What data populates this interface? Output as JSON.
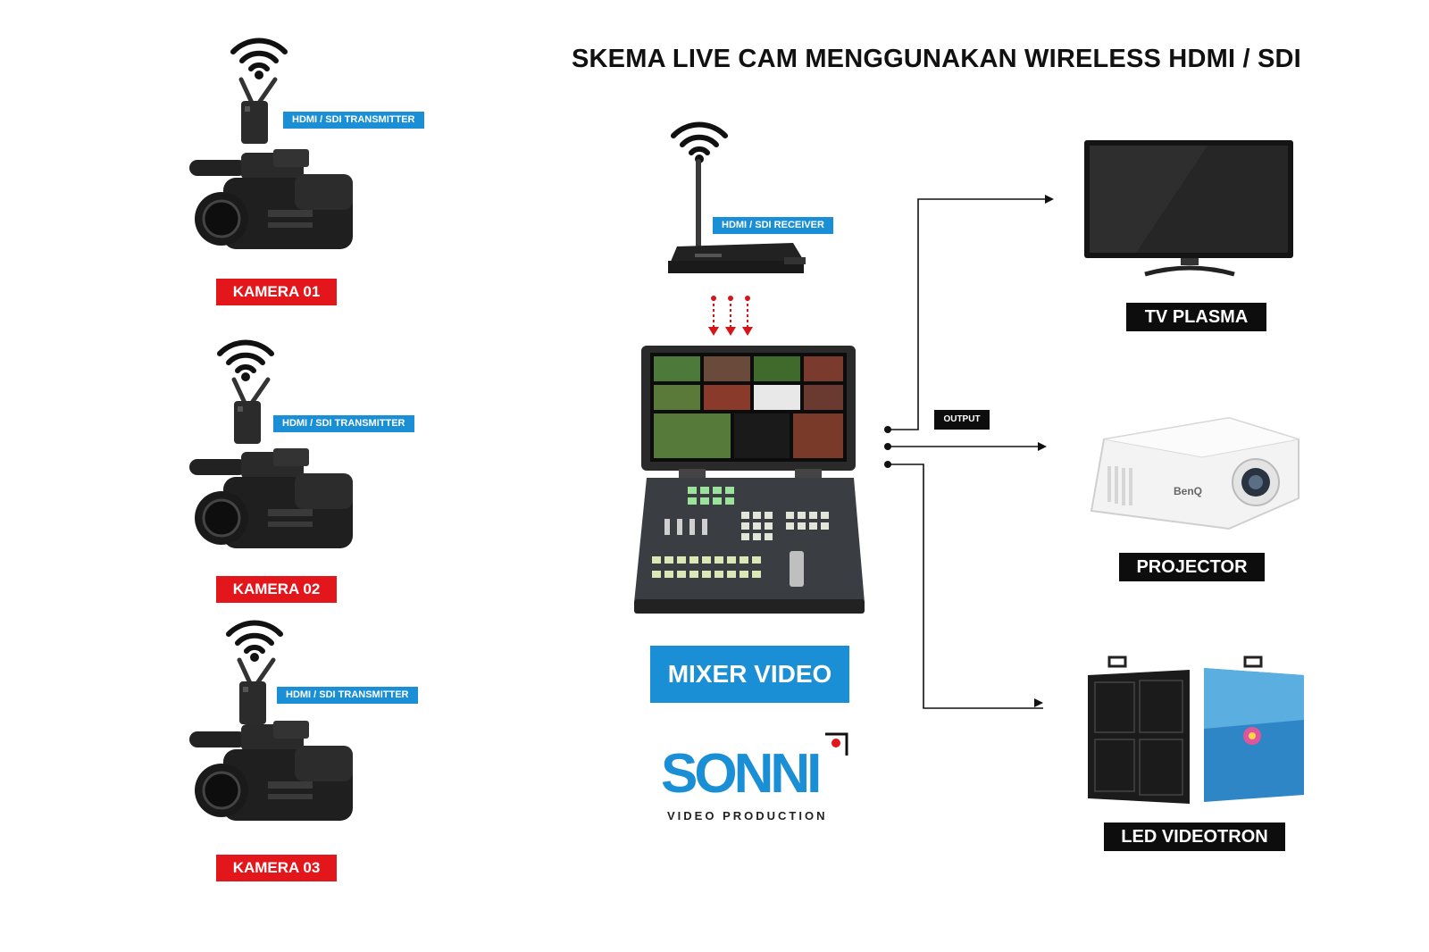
{
  "title": "SKEMA LIVE CAM MENGGUNAKAN WIRELESS HDMI / SDI",
  "cameras": [
    {
      "transmitter_label": "HDMI / SDI TRANSMITTER",
      "name": "KAMERA 01"
    },
    {
      "transmitter_label": "HDMI / SDI TRANSMITTER",
      "name": "KAMERA 02"
    },
    {
      "transmitter_label": "HDMI / SDI TRANSMITTER",
      "name": "KAMERA 03"
    }
  ],
  "receiver_label": "HDMI / SDI RECEIVER",
  "mixer_label": "MIXER VIDEO",
  "output_label": "OUTPUT",
  "outputs": [
    {
      "name": "TV PLASMA"
    },
    {
      "name": "PROJECTOR",
      "brand": "BenQ"
    },
    {
      "name": "LED VIDEOTRON"
    }
  ],
  "logo": {
    "name": "SONNI",
    "tagline": "VIDEO PRODUCTION"
  },
  "colors": {
    "accent_blue": "#1a8fd6",
    "camera_red": "#e3161b",
    "label_black": "#0d0d0d"
  },
  "icons": [
    "wifi-icon",
    "camera-icon",
    "transmitter-icon",
    "receiver-icon",
    "mixer-icon",
    "tv-icon",
    "projector-icon",
    "led-panel-icon"
  ]
}
